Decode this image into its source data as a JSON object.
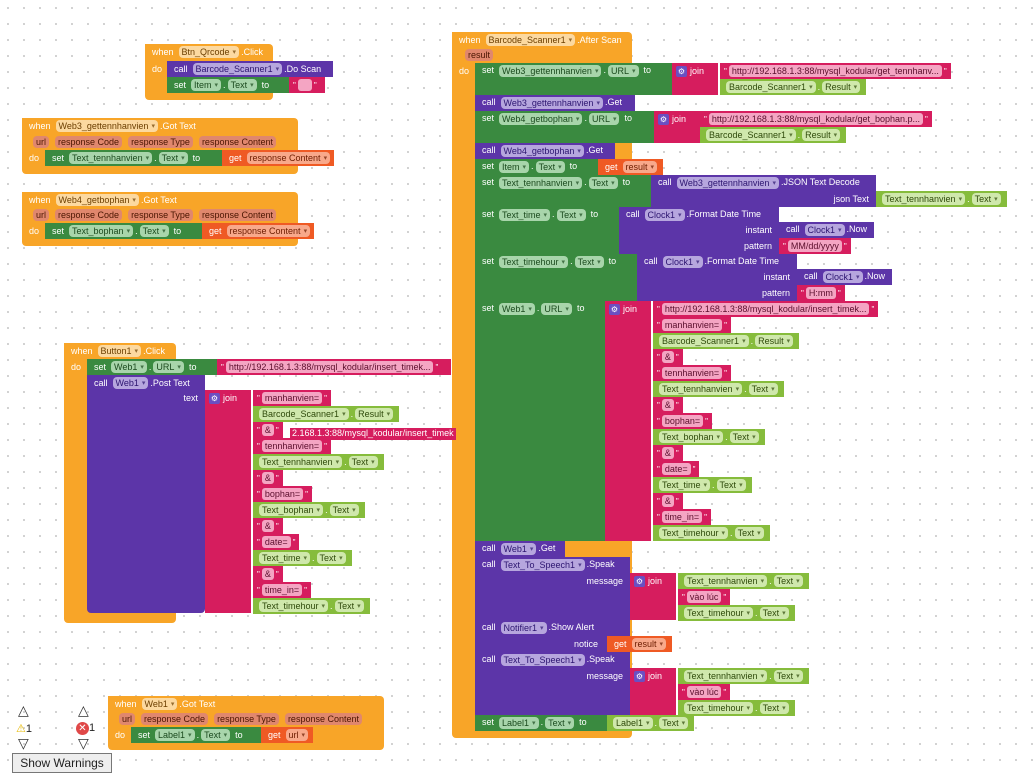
{
  "kw": {
    "when": "when",
    "do": "do",
    "call": "call",
    "set": "set",
    "to": "to",
    "get": "get",
    "join": "join",
    "dot": ".",
    "result": "result",
    "json_text": "json Text",
    "instant": "instant",
    "pattern": "pattern",
    "message": "message",
    "notice": "notice",
    "text": "text"
  },
  "params": {
    "url": "url",
    "code": "response Code",
    "type": "response Type",
    "content": "response Content"
  },
  "comp": {
    "btn_qrcode": "Btn_Qrcode",
    "scanner": "Barcode_Scanner1",
    "item": "Item",
    "web3": "Web3_gettennhanvien",
    "web4": "Web4_getbophan",
    "web1": "Web1",
    "button1": "Button1",
    "text_ten": "Text_tennhanvien",
    "text_bophan": "Text_bophan",
    "text_time": "Text_time",
    "text_timehour": "Text_timehour",
    "clock": "Clock1",
    "tts": "Text_To_Speech1",
    "notifier": "Notifier1",
    "label1": "Label1"
  },
  "props": {
    "text": "Text",
    "url": "URL",
    "result": "Result"
  },
  "events": {
    "click": ".Click",
    "got_text": ".Got Text",
    "after_scan": ".After Scan"
  },
  "methods": {
    "do_scan": ".Do Scan",
    "get": ".Get",
    "json_decode": ".JSON Text Decode",
    "format_dt": ".Format Date Time",
    "now": ".Now",
    "post_text": ".Post Text",
    "speak": ".Speak",
    "show_alert": ".Show Alert"
  },
  "strings": {
    "empty": "",
    "url_ten": "http://192.168.1.3:88/mysql_kodular/get_tennhanv...",
    "url_bophan": "http://192.168.1.3:88/mysql_kodular/get_bophan.p...",
    "url_insert": "http://192.168.1.3:88/mysql_kodular/insert_timek...",
    "url_overlap": "2.168.1.3:88/mysql_kodular/insert_timek",
    "date_pattern": "MM/dd/yyyy",
    "hour_pattern": "H:mm",
    "manhanvien": "manhanvien=",
    "amp": "&",
    "tennhanvien": "tennhanvien=",
    "bophan": "bophan=",
    "date": "date=",
    "time_in": "time_in=",
    "vao_luc": "vào lúc"
  },
  "warnings": {
    "warning_count": "1",
    "error_count": "1",
    "show_warnings": "Show Warnings"
  },
  "colors": {
    "event": "#f8a528",
    "component_set": "#3a8a40",
    "method": "#5c35a8",
    "text": "#d61d5e",
    "getter": "#86bc3c",
    "variable": "#ef5a24"
  }
}
